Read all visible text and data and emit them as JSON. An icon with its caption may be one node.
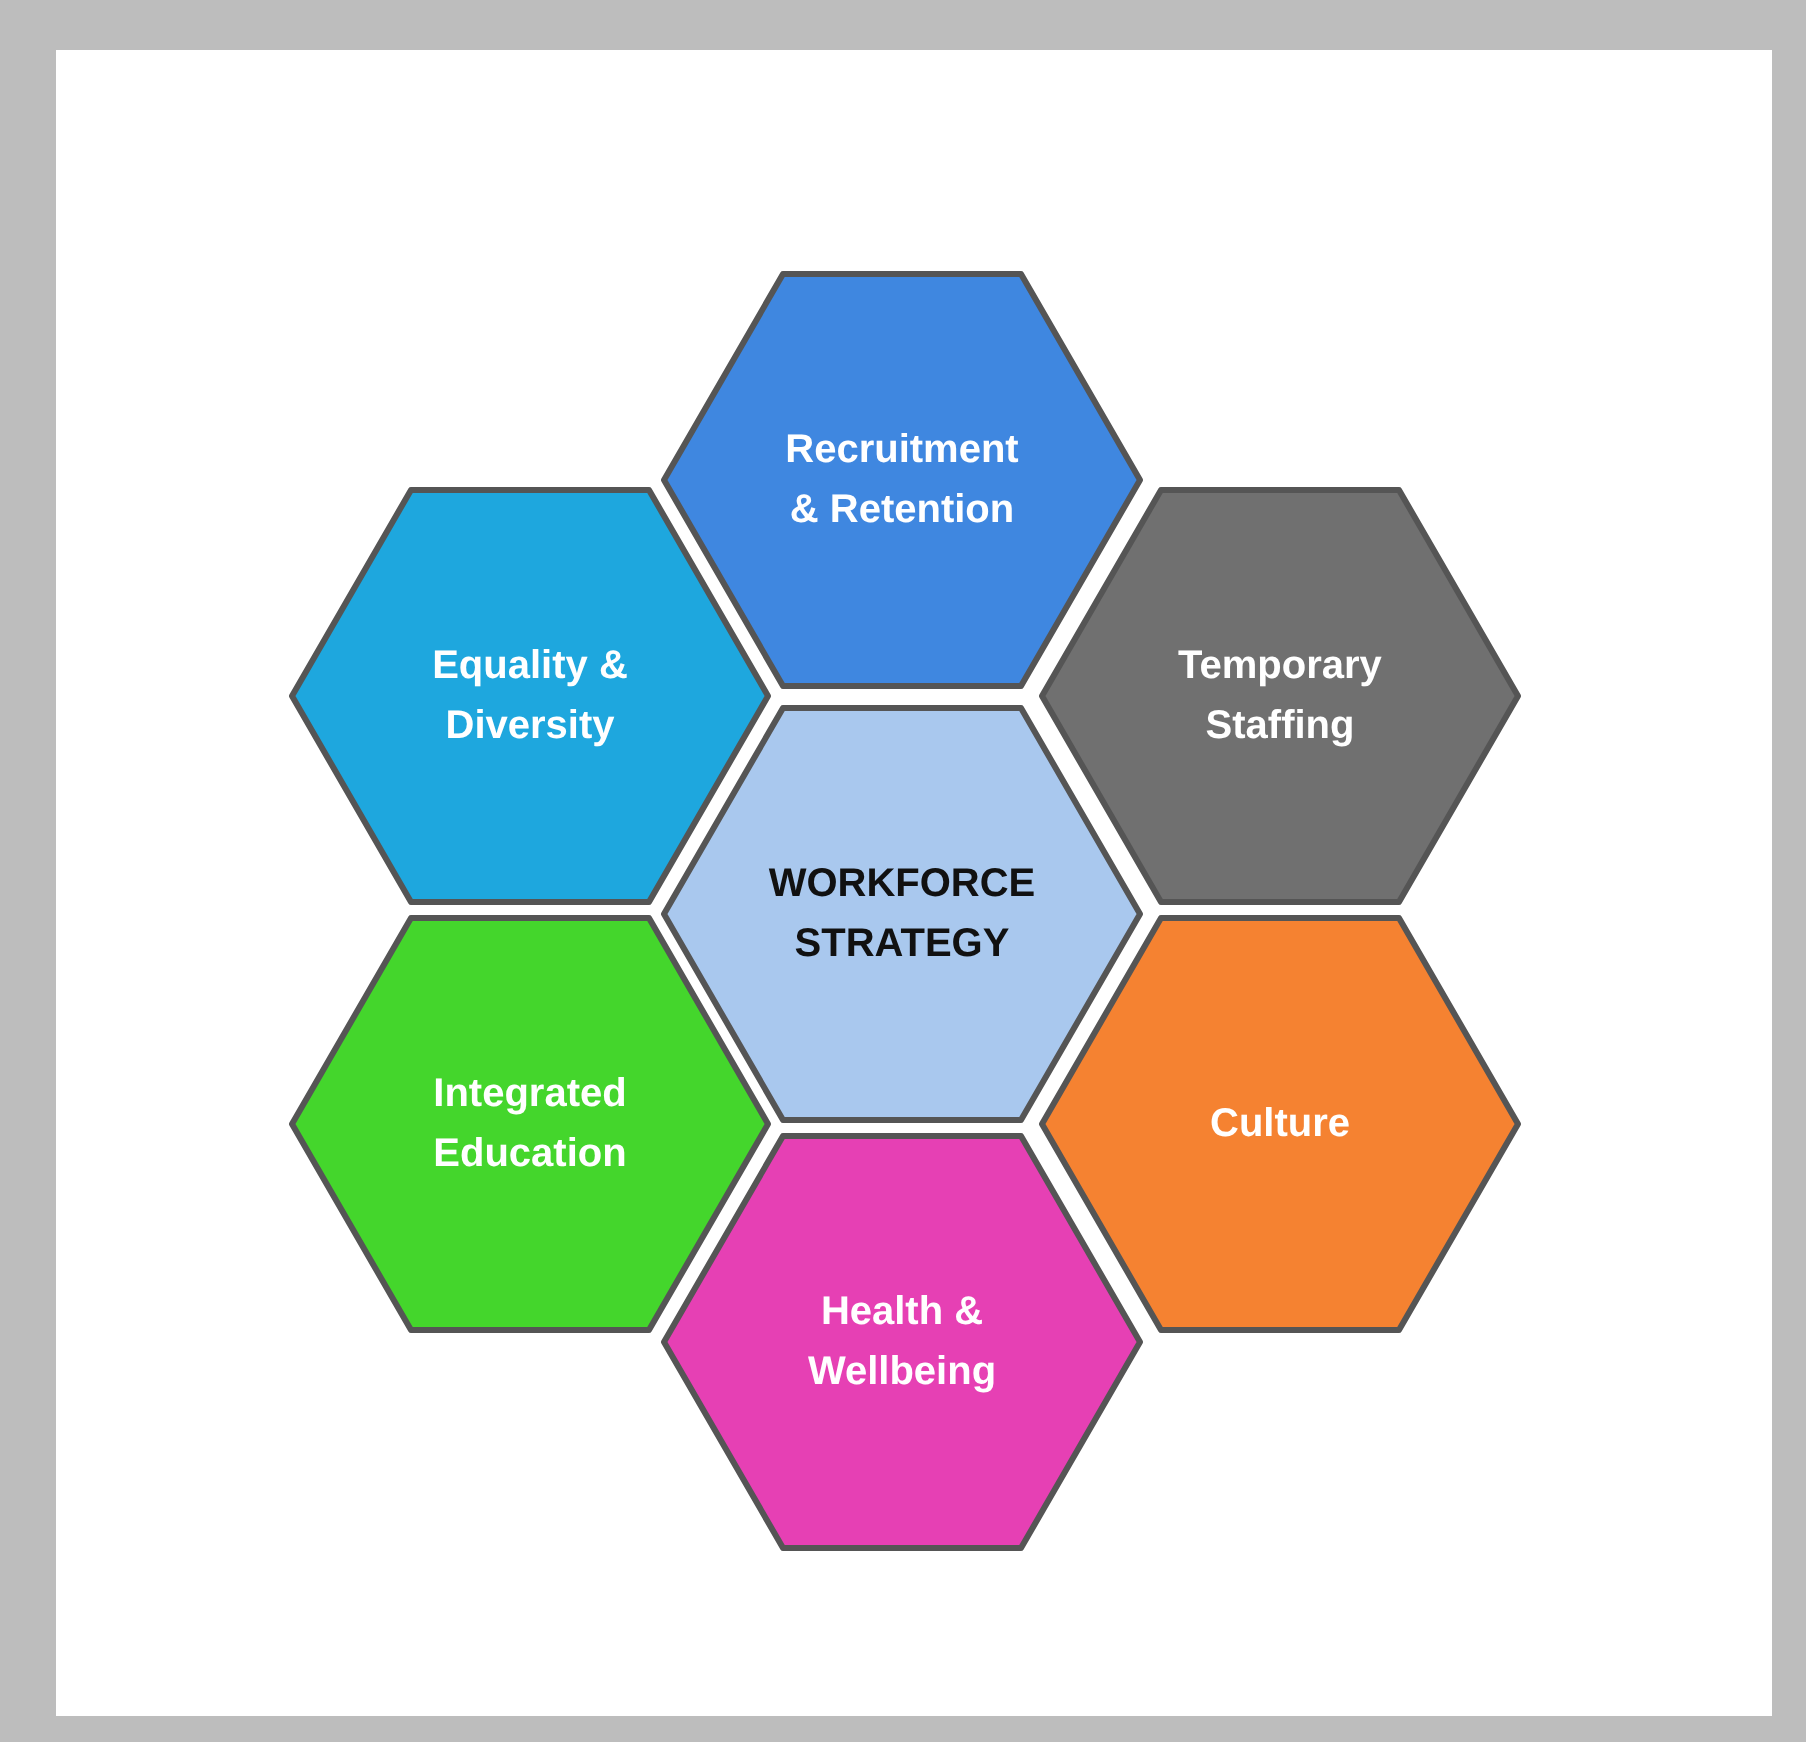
{
  "diagram": {
    "nodes": [
      {
        "text": [
          "Recruitment & Retention"
        ]
      },
      {
        "text": [
          "Equality & Diversity"
        ]
      },
      {
        "text": [
          "Temporary Staffing"
        ]
      },
      {
        "text": [
          "WORKFORCE STRATEGY"
        ]
      },
      {
        "text": [
          "Integrated Education"
        ]
      },
      {
        "text": [
          "Culture"
        ]
      },
      {
        "text": [
          "Health & Wellbeing"
        ]
      }
    ]
  }
}
